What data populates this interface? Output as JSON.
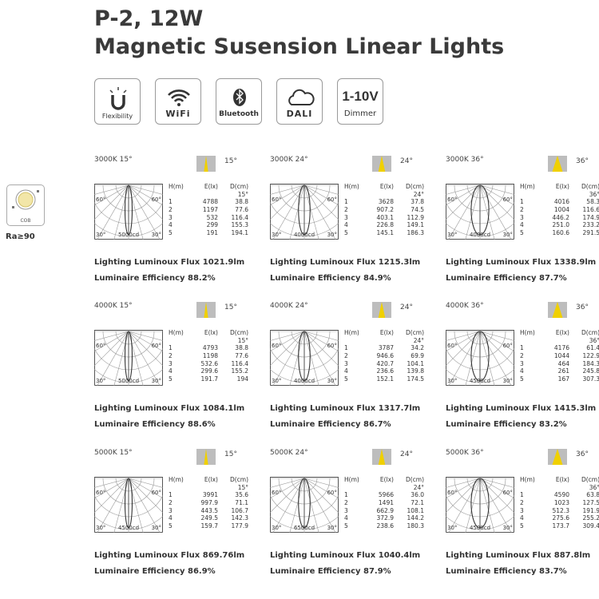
{
  "header": {
    "title_line1": "P-2, 12W",
    "title_line2": "Magnetic Susension Linear Lights"
  },
  "features": [
    {
      "label": "Flexibility",
      "icon": "flexibility-icon"
    },
    {
      "label": "WiFi",
      "icon": "wifi-icon"
    },
    {
      "label": "Bluetooth",
      "icon": "bluetooth-icon"
    },
    {
      "label": "DALI",
      "icon": "cloud-icon"
    },
    {
      "label": "Dimmer",
      "big": "1-10V",
      "icon": "dimmer-text"
    }
  ],
  "cob": {
    "label": "COB",
    "ra": "Ra≥90"
  },
  "table_headers": {
    "h": "H(m)",
    "e": "E(lx)",
    "d": "D(cm)"
  },
  "colors": {
    "beam": "#f0d000",
    "swatch": "#bdbdbd",
    "text": "#333333"
  },
  "panels": [
    {
      "title": "3000K 15°",
      "angle": "15°",
      "cd": "5000cd",
      "angle_row": "15°",
      "rows": [
        [
          "1",
          "4788",
          "38.8"
        ],
        [
          "2",
          "1197",
          "77.6"
        ],
        [
          "3",
          "532",
          "116.4"
        ],
        [
          "4",
          "299",
          "155.3"
        ],
        [
          "5",
          "191",
          "194.1"
        ]
      ],
      "flux": "Lighting Luminoux Flux 1021.9lm",
      "eff": "Luminaire Efficiency 88.2%"
    },
    {
      "title": "3000K 24°",
      "angle": "24°",
      "cd": "4000cd",
      "angle_row": "24°",
      "rows": [
        [
          "1",
          "3628",
          "37.8"
        ],
        [
          "2",
          "907.2",
          "74.5"
        ],
        [
          "3",
          "403.1",
          "112.9"
        ],
        [
          "4",
          "226.8",
          "149.1"
        ],
        [
          "5",
          "145.1",
          "186.3"
        ]
      ],
      "flux": "Lighting Luminoux Flux 1215.3lm",
      "eff": "Luminaire Efficiency 84.9%"
    },
    {
      "title": "3000K 36°",
      "angle": "36°",
      "cd": "4000cd",
      "angle_row": "36°",
      "rows": [
        [
          "1",
          "4016",
          "58.3"
        ],
        [
          "2",
          "1004",
          "116.6"
        ],
        [
          "3",
          "446.2",
          "174.9"
        ],
        [
          "4",
          "251.0",
          "233.2"
        ],
        [
          "5",
          "160.6",
          "291.5"
        ]
      ],
      "flux": "Lighting Luminoux Flux 1338.9lm",
      "eff": "Luminaire Efficiency 87.7%"
    },
    {
      "title": "4000K 15°",
      "angle": "15°",
      "cd": "5000cd",
      "angle_row": "15°",
      "rows": [
        [
          "1",
          "4793",
          "38.8"
        ],
        [
          "2",
          "1198",
          "77.6"
        ],
        [
          "3",
          "532.6",
          "116.4"
        ],
        [
          "4",
          "299.6",
          "155.2"
        ],
        [
          "5",
          "191.7",
          "194"
        ]
      ],
      "flux": "Lighting Luminoux Flux 1084.1lm",
      "eff": "Luminaire Efficiency 88.6%"
    },
    {
      "title": "4000K 24°",
      "angle": "24°",
      "cd": "4000cd",
      "angle_row": "24°",
      "rows": [
        [
          "1",
          "3787",
          "34.2"
        ],
        [
          "2",
          "946.6",
          "69.9"
        ],
        [
          "3",
          "420.7",
          "104.1"
        ],
        [
          "4",
          "236.6",
          "139.8"
        ],
        [
          "5",
          "152.1",
          "174.5"
        ]
      ],
      "flux": "Lighting Luminoux Flux 1317.7lm",
      "eff": "Luminaire Efficiency 86.7%"
    },
    {
      "title": "4000K 36°",
      "angle": "36°",
      "cd": "4500cd",
      "angle_row": "36°",
      "rows": [
        [
          "1",
          "4176",
          "61.4"
        ],
        [
          "2",
          "1044",
          "122.9"
        ],
        [
          "3",
          "464",
          "184.3"
        ],
        [
          "4",
          "261",
          "245.8"
        ],
        [
          "5",
          "167",
          "307.3"
        ]
      ],
      "flux": "Lighting Luminoux Flux 1415.3lm",
      "eff": "Luminaire Efficiency 83.2%"
    },
    {
      "title": "5000K 15°",
      "angle": "15°",
      "cd": "4500cd",
      "angle_row": "15°",
      "rows": [
        [
          "1",
          "3991",
          "35.6"
        ],
        [
          "2",
          "997.9",
          "71.1"
        ],
        [
          "3",
          "443.5",
          "106.7"
        ],
        [
          "4",
          "249.5",
          "142.3"
        ],
        [
          "5",
          "159.7",
          "177.9"
        ]
      ],
      "flux": "Lighting Luminoux Flux 869.76lm",
      "eff": "Luminaire Efficiency 86.9%"
    },
    {
      "title": "5000K 24°",
      "angle": "24°",
      "cd": "6500cd",
      "angle_row": "24°",
      "rows": [
        [
          "1",
          "5966",
          "36.0"
        ],
        [
          "2",
          "1491",
          "72.1"
        ],
        [
          "3",
          "662.9",
          "108.1"
        ],
        [
          "4",
          "372.9",
          "144.2"
        ],
        [
          "5",
          "238.6",
          "180.3"
        ]
      ],
      "flux": "Lighting Luminoux Flux 1040.4lm",
      "eff": "Luminaire Efficiency 87.9%"
    },
    {
      "title": "5000K 36°",
      "angle": "36°",
      "cd": "4500cd",
      "angle_row": "36°",
      "rows": [
        [
          "1",
          "4590",
          "63.8"
        ],
        [
          "2",
          "1023",
          "127.5"
        ],
        [
          "3",
          "512.3",
          "191.9"
        ],
        [
          "4",
          "275.6",
          "255.2"
        ],
        [
          "5",
          "173.7",
          "309.4"
        ]
      ],
      "flux": "Lighting Luminoux Flux 887.8lm",
      "eff": "Luminaire Efficiency 83.7%"
    }
  ]
}
